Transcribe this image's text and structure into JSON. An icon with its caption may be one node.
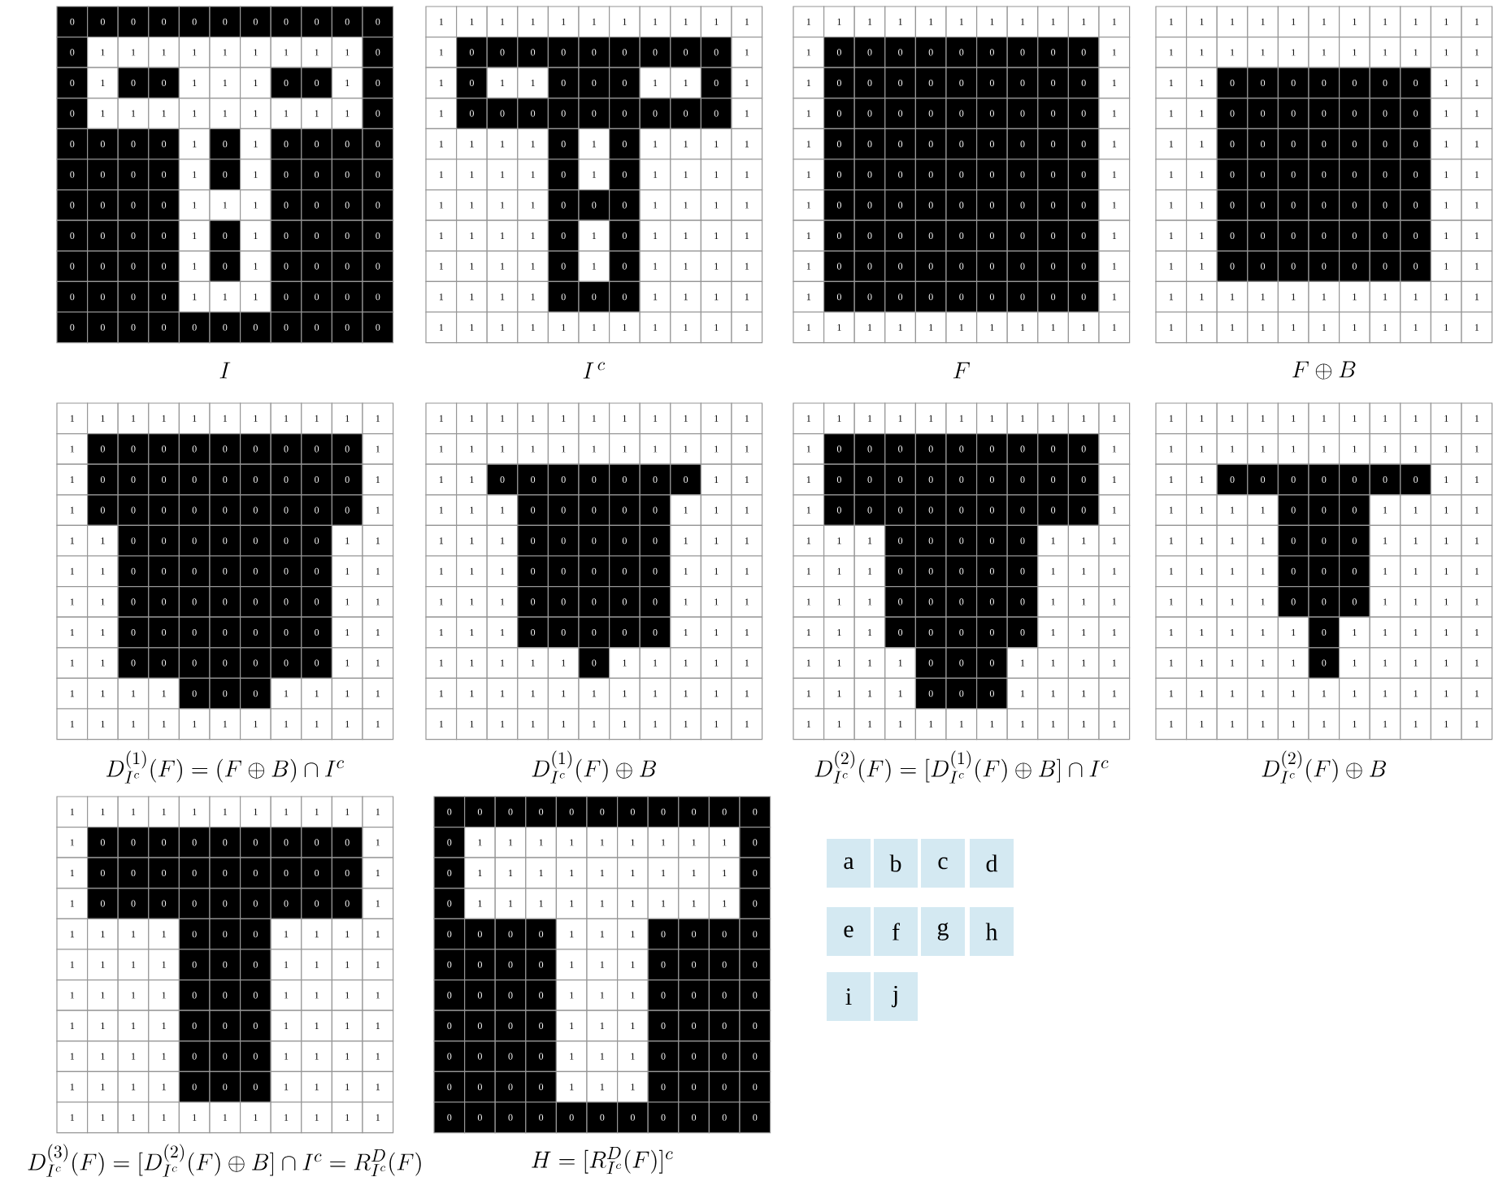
{
  "diagram": {
    "nodes": [
      {
        "text": [
          "a"
        ]
      },
      {
        "text": [
          "b"
        ]
      },
      {
        "text": [
          "c"
        ]
      },
      {
        "text": [
          "d"
        ]
      },
      {
        "text": [
          "e"
        ]
      },
      {
        "text": [
          "f"
        ]
      },
      {
        "text": [
          "g"
        ]
      },
      {
        "text": [
          "h"
        ]
      },
      {
        "text": [
          "i"
        ]
      },
      {
        "text": [
          "j"
        ]
      }
    ],
    "labels": [
      "0",
      "0",
      "0",
      "0",
      "0",
      "0",
      "0",
      "0",
      "0",
      "0",
      "0",
      "0",
      "1",
      "1",
      "1",
      "1",
      "1",
      "1",
      "1",
      "1",
      "1",
      "0",
      "0",
      "1",
      "0",
      "0",
      "1",
      "1",
      "1",
      "0",
      "0",
      "1",
      "0",
      "0",
      "1",
      "1",
      "1",
      "1",
      "1",
      "1",
      "1",
      "1",
      "1",
      "0",
      "0",
      "0",
      "0",
      "0",
      "1",
      "0",
      "1",
      "0",
      "0",
      "0",
      "0",
      "0",
      "0",
      "0",
      "0",
      "1",
      "0",
      "1",
      "0",
      "0",
      "0",
      "0",
      "0",
      "0",
      "0",
      "0",
      "1",
      "1",
      "1",
      "0",
      "0",
      "0",
      "0",
      "0",
      "0",
      "0",
      "0",
      "1",
      "0",
      "1",
      "0",
      "0",
      "0",
      "0",
      "0",
      "0",
      "0",
      "0",
      "1",
      "0",
      "1",
      "0",
      "0",
      "0",
      "0",
      "0",
      "0",
      "0",
      "0",
      "1",
      "1",
      "1",
      "0",
      "0",
      "0",
      "0",
      "0",
      "0",
      "0",
      "0",
      "0",
      "0",
      "0",
      "0",
      "0",
      "0",
      "0",
      "I",
      "1",
      "1",
      "1",
      "1",
      "1",
      "1",
      "1",
      "1",
      "1",
      "1",
      "1",
      "1",
      "0",
      "0",
      "0",
      "0",
      "0",
      "0",
      "0",
      "0",
      "0",
      "1",
      "1",
      "0",
      "1",
      "1",
      "0",
      "0",
      "0",
      "1",
      "1",
      "0",
      "1",
      "1",
      "0",
      "0",
      "0",
      "0",
      "0",
      "0",
      "0",
      "0",
      "0",
      "1",
      "1",
      "1",
      "1",
      "1",
      "0",
      "1",
      "0",
      "1",
      "1",
      "1",
      "1",
      "1",
      "1",
      "1",
      "1",
      "0",
      "1",
      "0",
      "1",
      "1",
      "1",
      "1",
      "1",
      "1",
      "1",
      "1",
      "0",
      "0",
      "0",
      "1",
      "1",
      "1",
      "1",
      "1",
      "1",
      "1",
      "1",
      "0",
      "1",
      "0",
      "1",
      "1",
      "1",
      "1",
      "1",
      "1",
      "1",
      "1",
      "0",
      "1",
      "0",
      "1",
      "1",
      "1",
      "1",
      "1",
      "1",
      "1",
      "1",
      "0",
      "0",
      "0",
      "1",
      "1",
      "1",
      "1",
      "1",
      "1",
      "1",
      "1",
      "1",
      "1",
      "1",
      "1",
      "1",
      "1",
      "1",
      "I^{\\,c}",
      "1",
      "1",
      "1",
      "1",
      "1",
      "1",
      "1",
      "1",
      "1",
      "1",
      "1",
      "1",
      "0",
      "0",
      "0",
      "0",
      "0",
      "0",
      "0",
      "0",
      "0",
      "1",
      "1",
      "0",
      "0",
      "0",
      "0",
      "0",
      "0",
      "0",
      "0",
      "0",
      "1",
      "1",
      "0",
      "0",
      "0",
      "0",
      "0",
      "0",
      "0",
      "0",
      "0",
      "1",
      "1",
      "0",
      "0",
      "0",
      "0",
      "0",
      "0",
      "0",
      "0",
      "0",
      "1",
      "1",
      "0",
      "0",
      "0",
      "0",
      "0",
      "0",
      "0",
      "0",
      "0",
      "1",
      "1",
      "0",
      "0",
      "0",
      "0",
      "0",
      "0",
      "0",
      "0",
      "0",
      "1",
      "1",
      "0",
      "0",
      "0",
      "0",
      "0",
      "0",
      "0",
      "0",
      "0",
      "1",
      "1",
      "0",
      "0",
      "0",
      "0",
      "0",
      "0",
      "0",
      "0",
      "0",
      "1",
      "1",
      "0",
      "0",
      "0",
      "0",
      "0",
      "0",
      "0",
      "0",
      "0",
      "1",
      "1",
      "1",
      "1",
      "1",
      "1",
      "1",
      "1",
      "1",
      "1",
      "1",
      "1",
      "F",
      "1",
      "1",
      "1",
      "1",
      "1",
      "1",
      "1",
      "1",
      "1",
      "1",
      "1",
      "1",
      "1",
      "1",
      "1",
      "1",
      "1",
      "1",
      "1",
      "1",
      "1",
      "1",
      "1",
      "1",
      "0",
      "0",
      "0",
      "0",
      "0",
      "0",
      "0",
      "1",
      "1",
      "1",
      "1",
      "0",
      "0",
      "0",
      "0",
      "0",
      "0",
      "0",
      "1",
      "1",
      "1",
      "1",
      "0",
      "0",
      "0",
      "0",
      "0",
      "0",
      "0",
      "1",
      "1",
      "1",
      "1",
      "0",
      "0",
      "0",
      "0",
      "0",
      "0",
      "0",
      "1",
      "1",
      "1",
      "1",
      "0",
      "0",
      "0",
      "0",
      "0",
      "0",
      "0",
      "1",
      "1",
      "1",
      "1",
      "0",
      "0",
      "0",
      "0",
      "0",
      "0",
      "0",
      "1",
      "1",
      "1",
      "1",
      "0",
      "0",
      "0",
      "0",
      "0",
      "0",
      "0",
      "1",
      "1",
      "1",
      "1",
      "1",
      "1",
      "1",
      "1",
      "1",
      "1",
      "1",
      "1",
      "1",
      "1",
      "1",
      "1",
      "1",
      "1",
      "1",
      "1",
      "1",
      "1",
      "1",
      "1",
      "F\\oplus B",
      "1",
      "1",
      "1",
      "1",
      "1",
      "1",
      "1",
      "1",
      "1",
      "1",
      "1",
      "1",
      "0",
      "0",
      "0",
      "0",
      "0",
      "0",
      "0",
      "0",
      "0",
      "1",
      "1",
      "0",
      "0",
      "0",
      "0",
      "0",
      "0",
      "0",
      "0",
      "0",
      "1",
      "1",
      "0",
      "0",
      "0",
      "0",
      "0",
      "0",
      "0",
      "0",
      "0",
      "1",
      "1",
      "1",
      "0",
      "0",
      "0",
      "0",
      "0",
      "0",
      "0",
      "1",
      "1",
      "1",
      "1",
      "0",
      "0",
      "0",
      "0",
      "0",
      "0",
      "0",
      "1",
      "1",
      "1",
      "1",
      "0",
      "0",
      "0",
      "0",
      "0",
      "0",
      "0",
      "1",
      "1",
      "1",
      "1",
      "0",
      "0",
      "0",
      "0",
      "0",
      "0",
      "0",
      "1",
      "1",
      "1",
      "1",
      "0",
      "0",
      "0",
      "0",
      "0",
      "0",
      "0",
      "1",
      "1",
      "1",
      "1",
      "1",
      "1",
      "0",
      "0",
      "0",
      "1",
      "1",
      "1",
      "1",
      "1",
      "1",
      "1",
      "1",
      "1",
      "1",
      "1",
      "1",
      "1",
      "1",
      "1",
      "D^{(1)}_{I^c}(F)=(F\\oplus B)\\cap I^c",
      "1",
      "1",
      "1",
      "1",
      "1",
      "1",
      "1",
      "1",
      "1",
      "1",
      "1",
      "1",
      "1",
      "1",
      "1",
      "1",
      "1",
      "1",
      "1",
      "1",
      "1",
      "1",
      "1",
      "1",
      "0",
      "0",
      "0",
      "0",
      "0",
      "0",
      "0",
      "1",
      "1",
      "1",
      "1",
      "1",
      "0",
      "0",
      "0",
      "0",
      "0",
      "1",
      "1",
      "1",
      "1",
      "1",
      "1",
      "0",
      "0",
      "0",
      "0",
      "0",
      "1",
      "1",
      "1",
      "1",
      "1",
      "1",
      "0",
      "0",
      "0",
      "0",
      "0",
      "1",
      "1",
      "1",
      "1",
      "1",
      "1",
      "0",
      "0",
      "0",
      "0",
      "0",
      "1",
      "1",
      "1",
      "1",
      "1",
      "1",
      "0",
      "0",
      "0",
      "0",
      "0",
      "1",
      "1",
      "1",
      "1",
      "1",
      "1",
      "1",
      "1",
      "0",
      "1",
      "1",
      "1",
      "1",
      "1",
      "1",
      "1",
      "1",
      "1",
      "1",
      "1",
      "1",
      "1",
      "1",
      "1",
      "1",
      "1",
      "1",
      "1",
      "1",
      "1",
      "1",
      "1",
      "1",
      "1",
      "1",
      "1",
      "D^{(1)}_{I^c}(F)\\oplus B",
      "1",
      "1",
      "1",
      "1",
      "1",
      "1",
      "1",
      "1",
      "1",
      "1",
      "1",
      "1",
      "0",
      "0",
      "0",
      "0",
      "0",
      "0",
      "0",
      "0",
      "0",
      "1",
      "1",
      "0",
      "0",
      "0",
      "0",
      "0",
      "0",
      "0",
      "0",
      "0",
      "1",
      "1",
      "0",
      "0",
      "0",
      "0",
      "0",
      "0",
      "0",
      "0",
      "0",
      "1",
      "1",
      "1",
      "1",
      "0",
      "0",
      "0",
      "0",
      "0",
      "1",
      "1",
      "1",
      "1",
      "1",
      "1",
      "0",
      "0",
      "0",
      "0",
      "0",
      "1",
      "1",
      "1",
      "1",
      "1",
      "1",
      "0",
      "0",
      "0",
      "0",
      "0",
      "1",
      "1",
      "1",
      "1",
      "1",
      "1",
      "0",
      "0",
      "0",
      "0",
      "0",
      "1",
      "1",
      "1",
      "1",
      "1",
      "1",
      "1",
      "0",
      "0",
      "0",
      "1",
      "1",
      "1",
      "1",
      "1",
      "1",
      "1",
      "1",
      "0",
      "0",
      "0",
      "1",
      "1",
      "1",
      "1",
      "1",
      "1",
      "1",
      "1",
      "1",
      "1",
      "1",
      "1",
      "1",
      "1",
      "1",
      "D^{(2)}_{I^c}(F)=[D^{(1)}_{I^c}(F)\\oplus B]\\cap I^c",
      "1",
      "1",
      "1",
      "1",
      "1",
      "1",
      "1",
      "1",
      "1",
      "1",
      "1",
      "1",
      "1",
      "1",
      "1",
      "1",
      "1",
      "1",
      "1",
      "1",
      "1",
      "1",
      "1",
      "1",
      "0",
      "0",
      "0",
      "0",
      "0",
      "0",
      "0",
      "1",
      "1",
      "1",
      "1",
      "1",
      "1",
      "0",
      "0",
      "0",
      "1",
      "1",
      "1",
      "1",
      "1",
      "1",
      "1",
      "1",
      "0",
      "0",
      "0",
      "1",
      "1",
      "1",
      "1",
      "1",
      "1",
      "1",
      "1",
      "0",
      "0",
      "0",
      "1",
      "1",
      "1",
      "1",
      "1",
      "1",
      "1",
      "1",
      "0",
      "0",
      "0",
      "1",
      "1",
      "1",
      "1",
      "1",
      "1",
      "1",
      "1",
      "1",
      "0",
      "1",
      "1",
      "1",
      "1",
      "1",
      "1",
      "1",
      "1",
      "1",
      "1",
      "0",
      "1",
      "1",
      "1",
      "1",
      "1",
      "1",
      "1",
      "1",
      "1",
      "1",
      "1",
      "1",
      "1",
      "1",
      "1",
      "1",
      "1",
      "1",
      "1",
      "1",
      "1",
      "1",
      "1",
      "1",
      "1",
      "1",
      "1",
      "D^{(2)}_{I^c}(F)\\oplus B",
      "1",
      "1",
      "1",
      "1",
      "1",
      "1",
      "1",
      "1",
      "1",
      "1",
      "1",
      "1",
      "0",
      "0",
      "0",
      "0",
      "0",
      "0",
      "0",
      "0",
      "0",
      "1",
      "1",
      "0",
      "0",
      "0",
      "0",
      "0",
      "0",
      "0",
      "0",
      "0",
      "1",
      "1",
      "0",
      "0",
      "0",
      "0",
      "0",
      "0",
      "0",
      "0",
      "0",
      "1",
      "1",
      "1",
      "1",
      "1",
      "0",
      "0",
      "0",
      "1",
      "1",
      "1",
      "1",
      "1",
      "1",
      "1",
      "1",
      "0",
      "0",
      "0",
      "1",
      "1",
      "1",
      "1",
      "1",
      "1",
      "1",
      "1",
      "0",
      "0",
      "0",
      "1",
      "1",
      "1",
      "1",
      "1",
      "1",
      "1",
      "1",
      "0",
      "0",
      "0",
      "1",
      "1",
      "1",
      "1",
      "1",
      "1",
      "1",
      "1",
      "0",
      "0",
      "0",
      "1",
      "1",
      "1",
      "1",
      "1",
      "1",
      "1",
      "1",
      "0",
      "0",
      "0",
      "1",
      "1",
      "1",
      "1",
      "1",
      "1",
      "1",
      "1",
      "1",
      "1",
      "1",
      "1",
      "1",
      "1",
      "1",
      "D^{(3)}_{I^c}(F)=[D^{(2)}_{I^c}(F)\\oplus B]\\cap I^c=R^{D}_{I^c}(F)",
      "0",
      "0",
      "0",
      "0",
      "0",
      "0",
      "0",
      "0",
      "0",
      "0",
      "0",
      "0",
      "1",
      "1",
      "1",
      "1",
      "1",
      "1",
      "1",
      "1",
      "1",
      "0",
      "0",
      "1",
      "1",
      "1",
      "1",
      "1",
      "1",
      "1",
      "1",
      "1",
      "0",
      "0",
      "1",
      "1",
      "1",
      "1",
      "1",
      "1",
      "1",
      "1",
      "1",
      "0",
      "0",
      "0",
      "0",
      "0",
      "1",
      "1",
      "1",
      "0",
      "0",
      "0",
      "0",
      "0",
      "0",
      "0",
      "0",
      "1",
      "1",
      "1",
      "0",
      "0",
      "0",
      "0",
      "0",
      "0",
      "0",
      "0",
      "1",
      "1",
      "1",
      "0",
      "0",
      "0",
      "0",
      "0",
      "0",
      "0",
      "0",
      "1",
      "1",
      "1",
      "0",
      "0",
      "0",
      "0",
      "0",
      "0",
      "0",
      "0",
      "1",
      "1",
      "1",
      "0",
      "0",
      "0",
      "0",
      "0",
      "0",
      "0",
      "0",
      "1",
      "1",
      "1",
      "0",
      "0",
      "0",
      "0",
      "0",
      "0",
      "0",
      "0",
      "0",
      "0",
      "0",
      "0",
      "0",
      "0",
      "0",
      "H=[R^{D}_{I^c}(F)]^c"
    ]
  }
}
